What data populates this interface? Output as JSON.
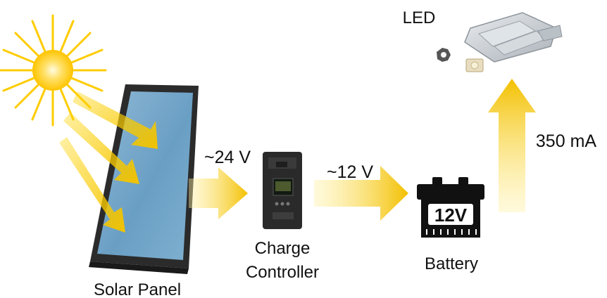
{
  "labels": {
    "solar_panel": "Solar Panel",
    "charge_controller_line1": "Charge",
    "charge_controller_line2": "Controller",
    "battery": "Battery",
    "led": "LED",
    "battery_mark": "12V"
  },
  "flows": {
    "panel_voltage": "~24 V",
    "battery_voltage": "~12 V",
    "led_current": "350 mA"
  },
  "colors": {
    "arrow": "#f5c400",
    "sun": "#ffd200",
    "panel_glass": "#6fa2c6",
    "panel_frame": "#2a2a2a",
    "battery_body": "#111111"
  },
  "icons": [
    "sun-icon",
    "solar-panel-icon",
    "charge-controller-icon",
    "battery-icon",
    "led-light-icon"
  ]
}
